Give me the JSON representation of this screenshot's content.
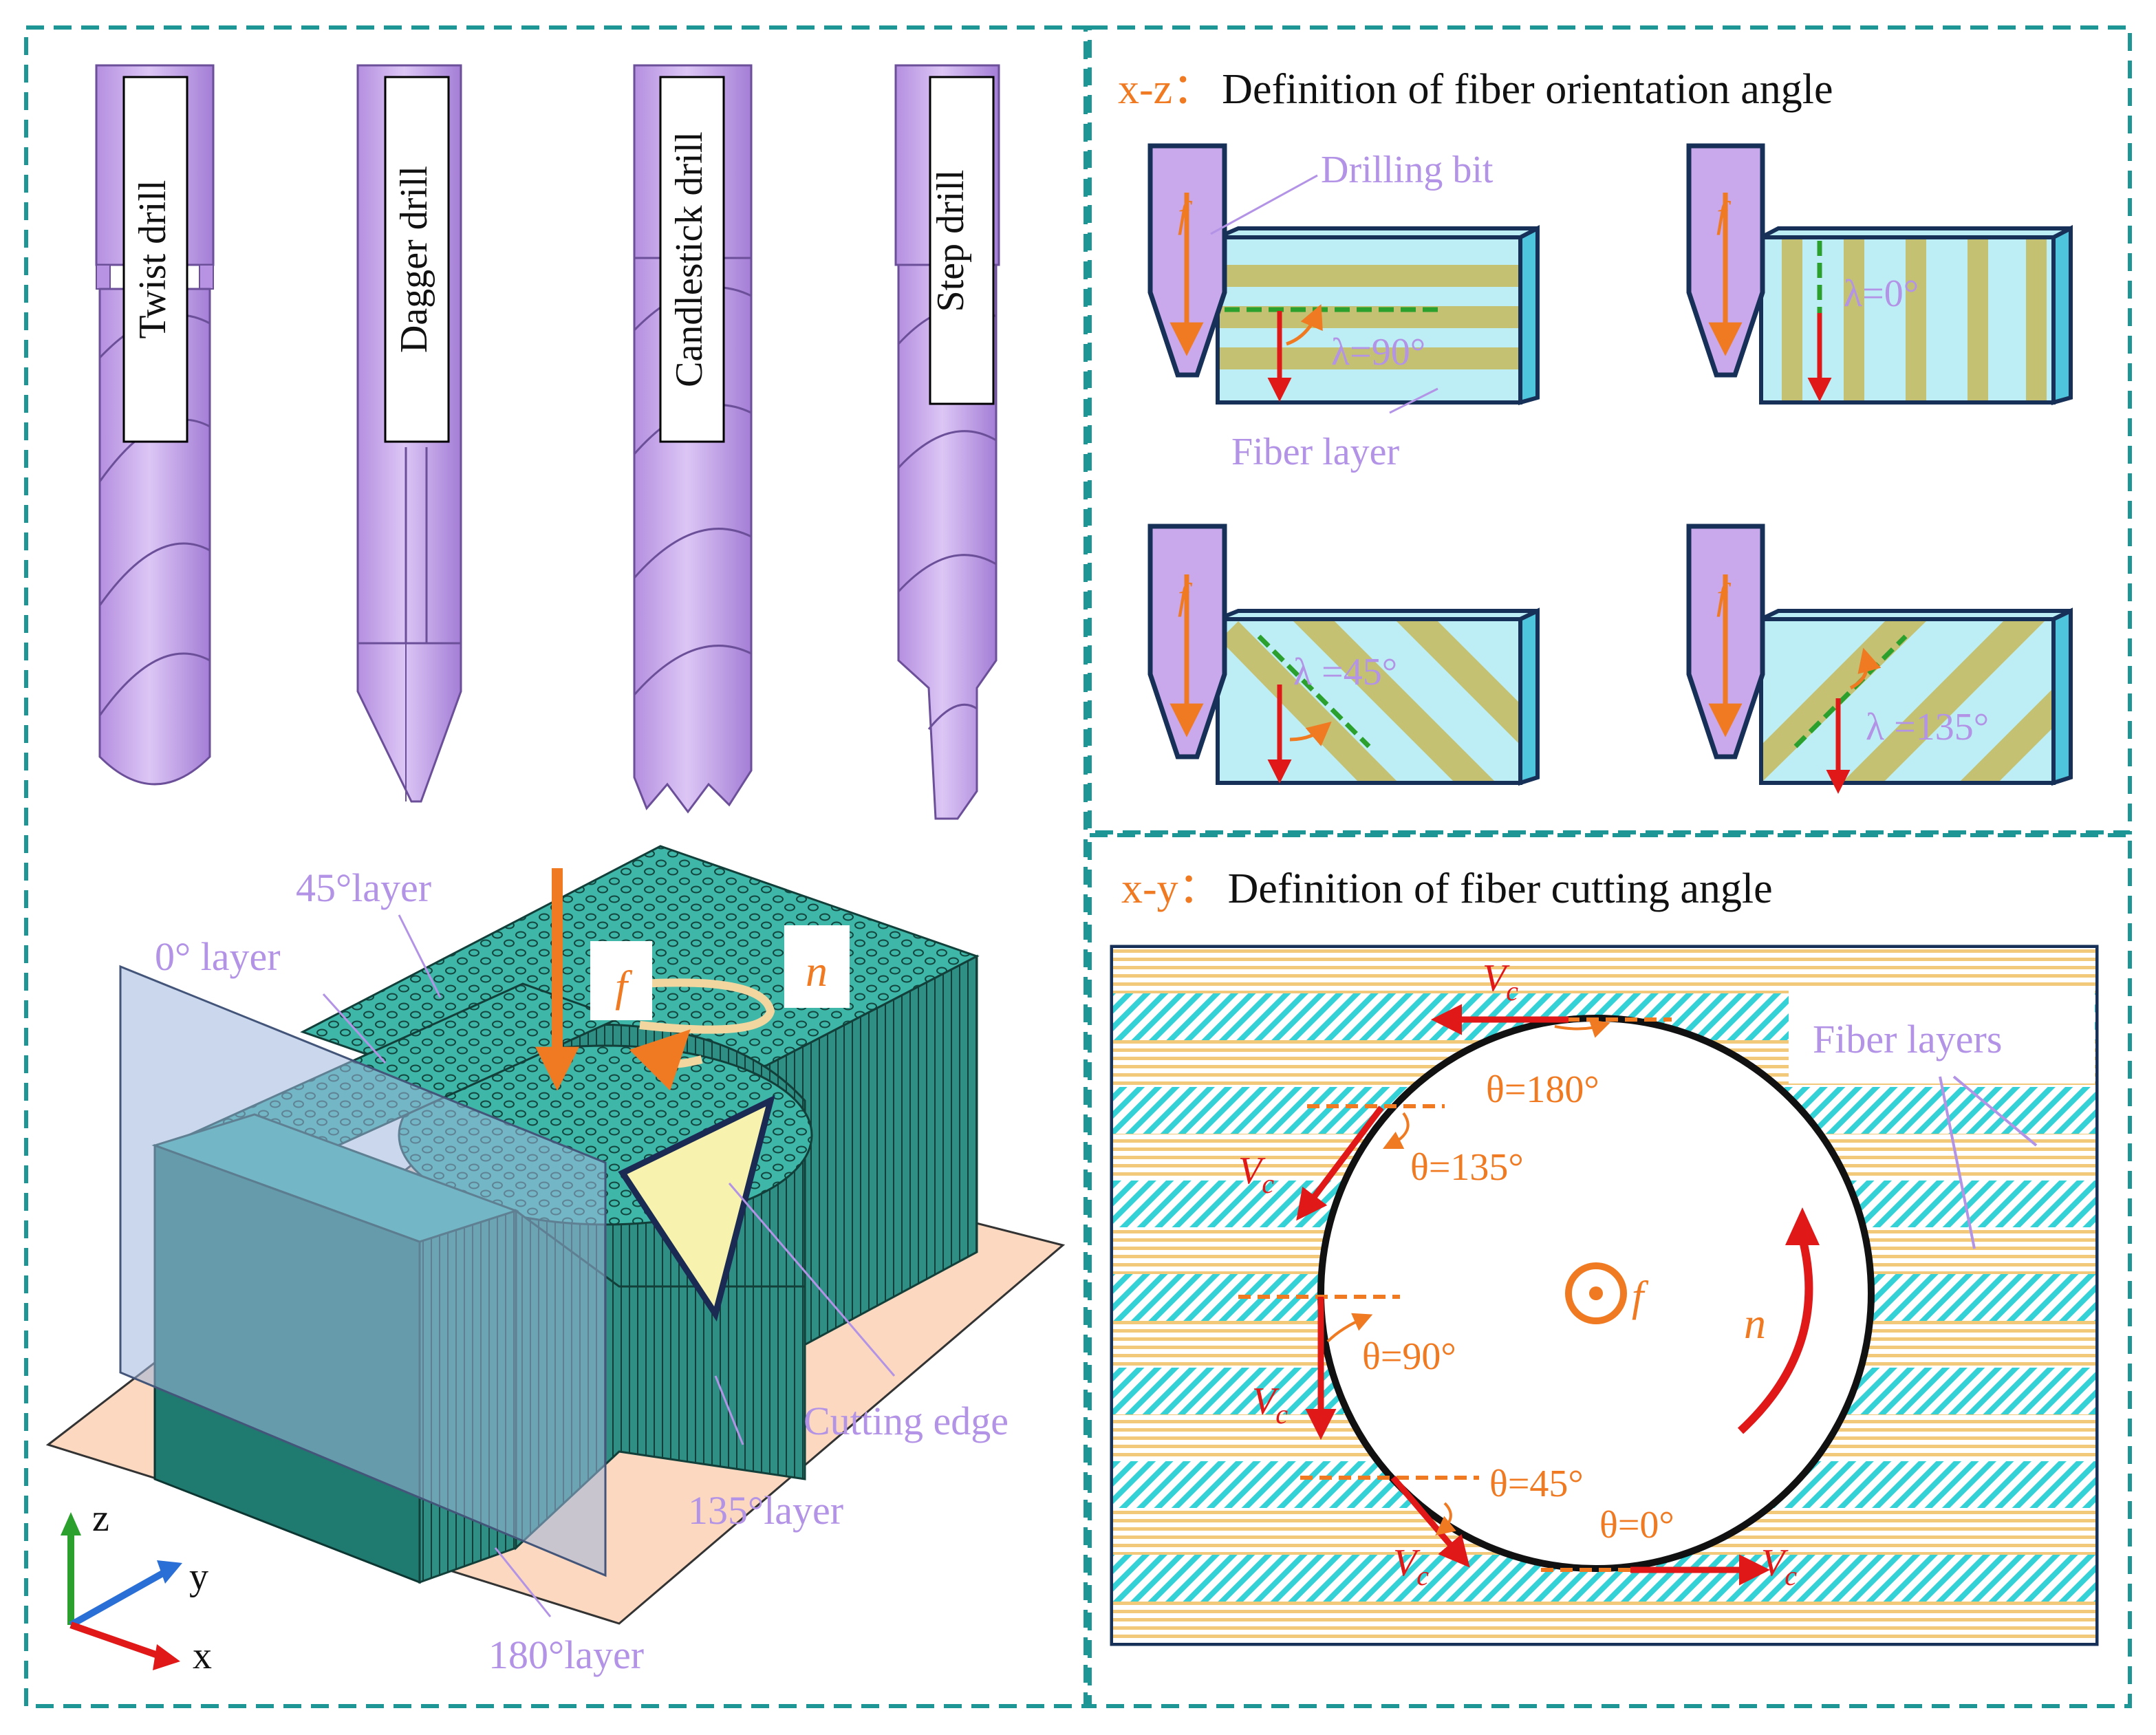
{
  "colors": {
    "frame": "#1e9696",
    "drill": "#c9a8ec",
    "drill_edge": "#6b4f98",
    "orange": "#f07a22",
    "red": "#e01818",
    "purple_label": "#b393e6",
    "cyan": "#bdeef5",
    "fiber_khaki": "#c4c173",
    "block": "#2f9e93",
    "block_dark": "#1f6f67",
    "plane_blue": "#9fb6dd",
    "base_peach": "#fbd8bf",
    "hatch_cyan": "#2fd4d8",
    "hatch_yellow": "#f2c97a"
  },
  "drills": [
    {
      "label": "Twist drill"
    },
    {
      "label": "Dagger drill"
    },
    {
      "label": "Candlestick drill"
    },
    {
      "label": "Step drill"
    }
  ],
  "layers3d": {
    "layer_45": "45°layer",
    "layer_0": "0° layer",
    "layer_135": "135°layer",
    "layer_180": "180°layer",
    "cutting_edge": "Cutting edge",
    "feed": "f",
    "rotation": "n",
    "axes": {
      "z": "z",
      "y": "y",
      "x": "x"
    }
  },
  "xz": {
    "prefix": "x-z：",
    "title": "Definition of fiber orientation angle",
    "drilling_bit": "Drilling bit",
    "fiber_layer": "Fiber layer",
    "feed": "f",
    "angles": [
      "λ=90°",
      "λ=0°",
      "λ =45°",
      "λ =135°"
    ]
  },
  "xy": {
    "prefix": "x-y：",
    "title": "Definition of fiber cutting angle",
    "fiber_layers": "Fiber layers",
    "feed": "f",
    "rotation": "n",
    "velocity": "V",
    "velocity_sub": "c",
    "angles": [
      "θ=180°",
      "θ=135°",
      "θ=90°",
      "θ=45°",
      "θ=0°"
    ]
  }
}
